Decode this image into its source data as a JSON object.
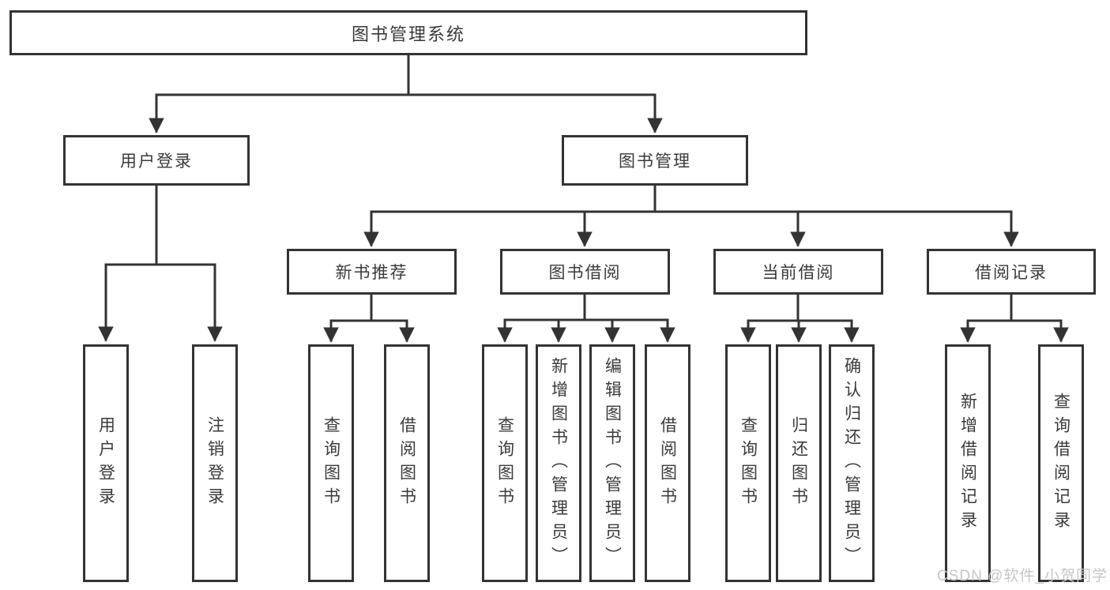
{
  "colors": {
    "line": "#333333",
    "text": "#3a3a3a",
    "watermark": "#c6c6c6",
    "background": "#ffffff"
  },
  "watermark": {
    "text": "CSDN @软件_小贺同学"
  },
  "tree": {
    "root": {
      "label": "图书管理系统",
      "children": [
        {
          "label": "用户登录",
          "children": [
            {
              "label": "用户登录"
            },
            {
              "label": "注销登录"
            }
          ]
        },
        {
          "label": "图书管理",
          "children": [
            {
              "label": "新书推荐",
              "children": [
                {
                  "label": "查询图书"
                },
                {
                  "label": "借阅图书"
                }
              ]
            },
            {
              "label": "图书借阅",
              "children": [
                {
                  "label": "查询图书"
                },
                {
                  "label": "新增图书（管理员）"
                },
                {
                  "label": "编辑图书（管理员）"
                },
                {
                  "label": "借阅图书"
                }
              ]
            },
            {
              "label": "当前借阅",
              "children": [
                {
                  "label": "查询图书"
                },
                {
                  "label": "归还图书"
                },
                {
                  "label": "确认归还（管理员）"
                }
              ]
            },
            {
              "label": "借阅记录",
              "children": [
                {
                  "label": "新增借阅记录"
                },
                {
                  "label": "查询借阅记录"
                }
              ]
            }
          ]
        }
      ]
    }
  }
}
